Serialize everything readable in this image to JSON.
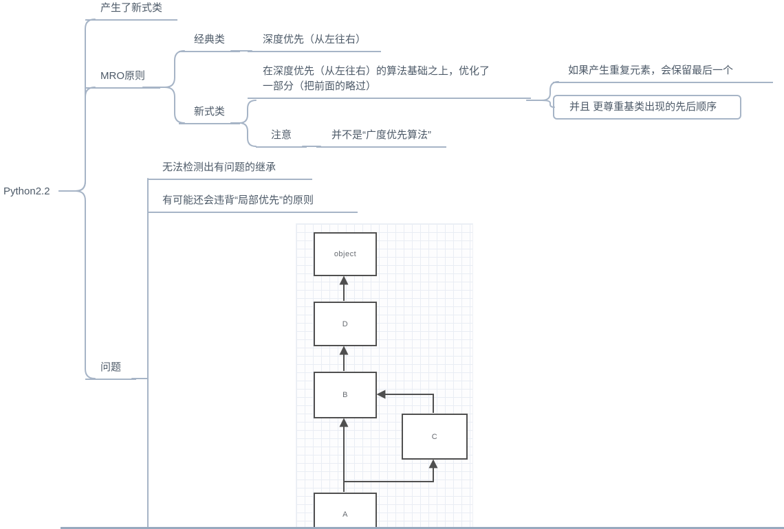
{
  "mindmap": {
    "root": "Python2.2",
    "produced_new_style": "产生了新式类",
    "mro": {
      "label": "MRO原则",
      "classic": {
        "label": "经典类",
        "rule": "深度优先（从左往右）"
      },
      "new_style": {
        "label": "新式类",
        "rule": "在深度优先（从左往右）的算法基础之上，优化了一部分（把前面的略过）",
        "keep_last": "如果产生重复元素，会保留最后一个",
        "respect_order": "并且 更尊重基类出现的先后顺序",
        "note": {
          "label": "注意",
          "detail": "并不是“广度优先算法”"
        }
      }
    },
    "problem": {
      "label": "问题",
      "item1": "无法检测出有问题的继承",
      "item2": "有可能还会违背“局部优先”的原则"
    }
  },
  "inheritance_diagram": {
    "type": "class-hierarchy-image",
    "nodes": [
      "object",
      "D",
      "B",
      "C",
      "A"
    ],
    "edges": [
      "A→B",
      "B→D",
      "D→object",
      "C→B",
      "A→C"
    ]
  },
  "colors": {
    "background": "#ffffff",
    "connector": "#a6b4c6",
    "topic_text": "#4d5a68",
    "diagram_stroke": "#4f4f4f",
    "grid_line": "#e9edf4"
  }
}
